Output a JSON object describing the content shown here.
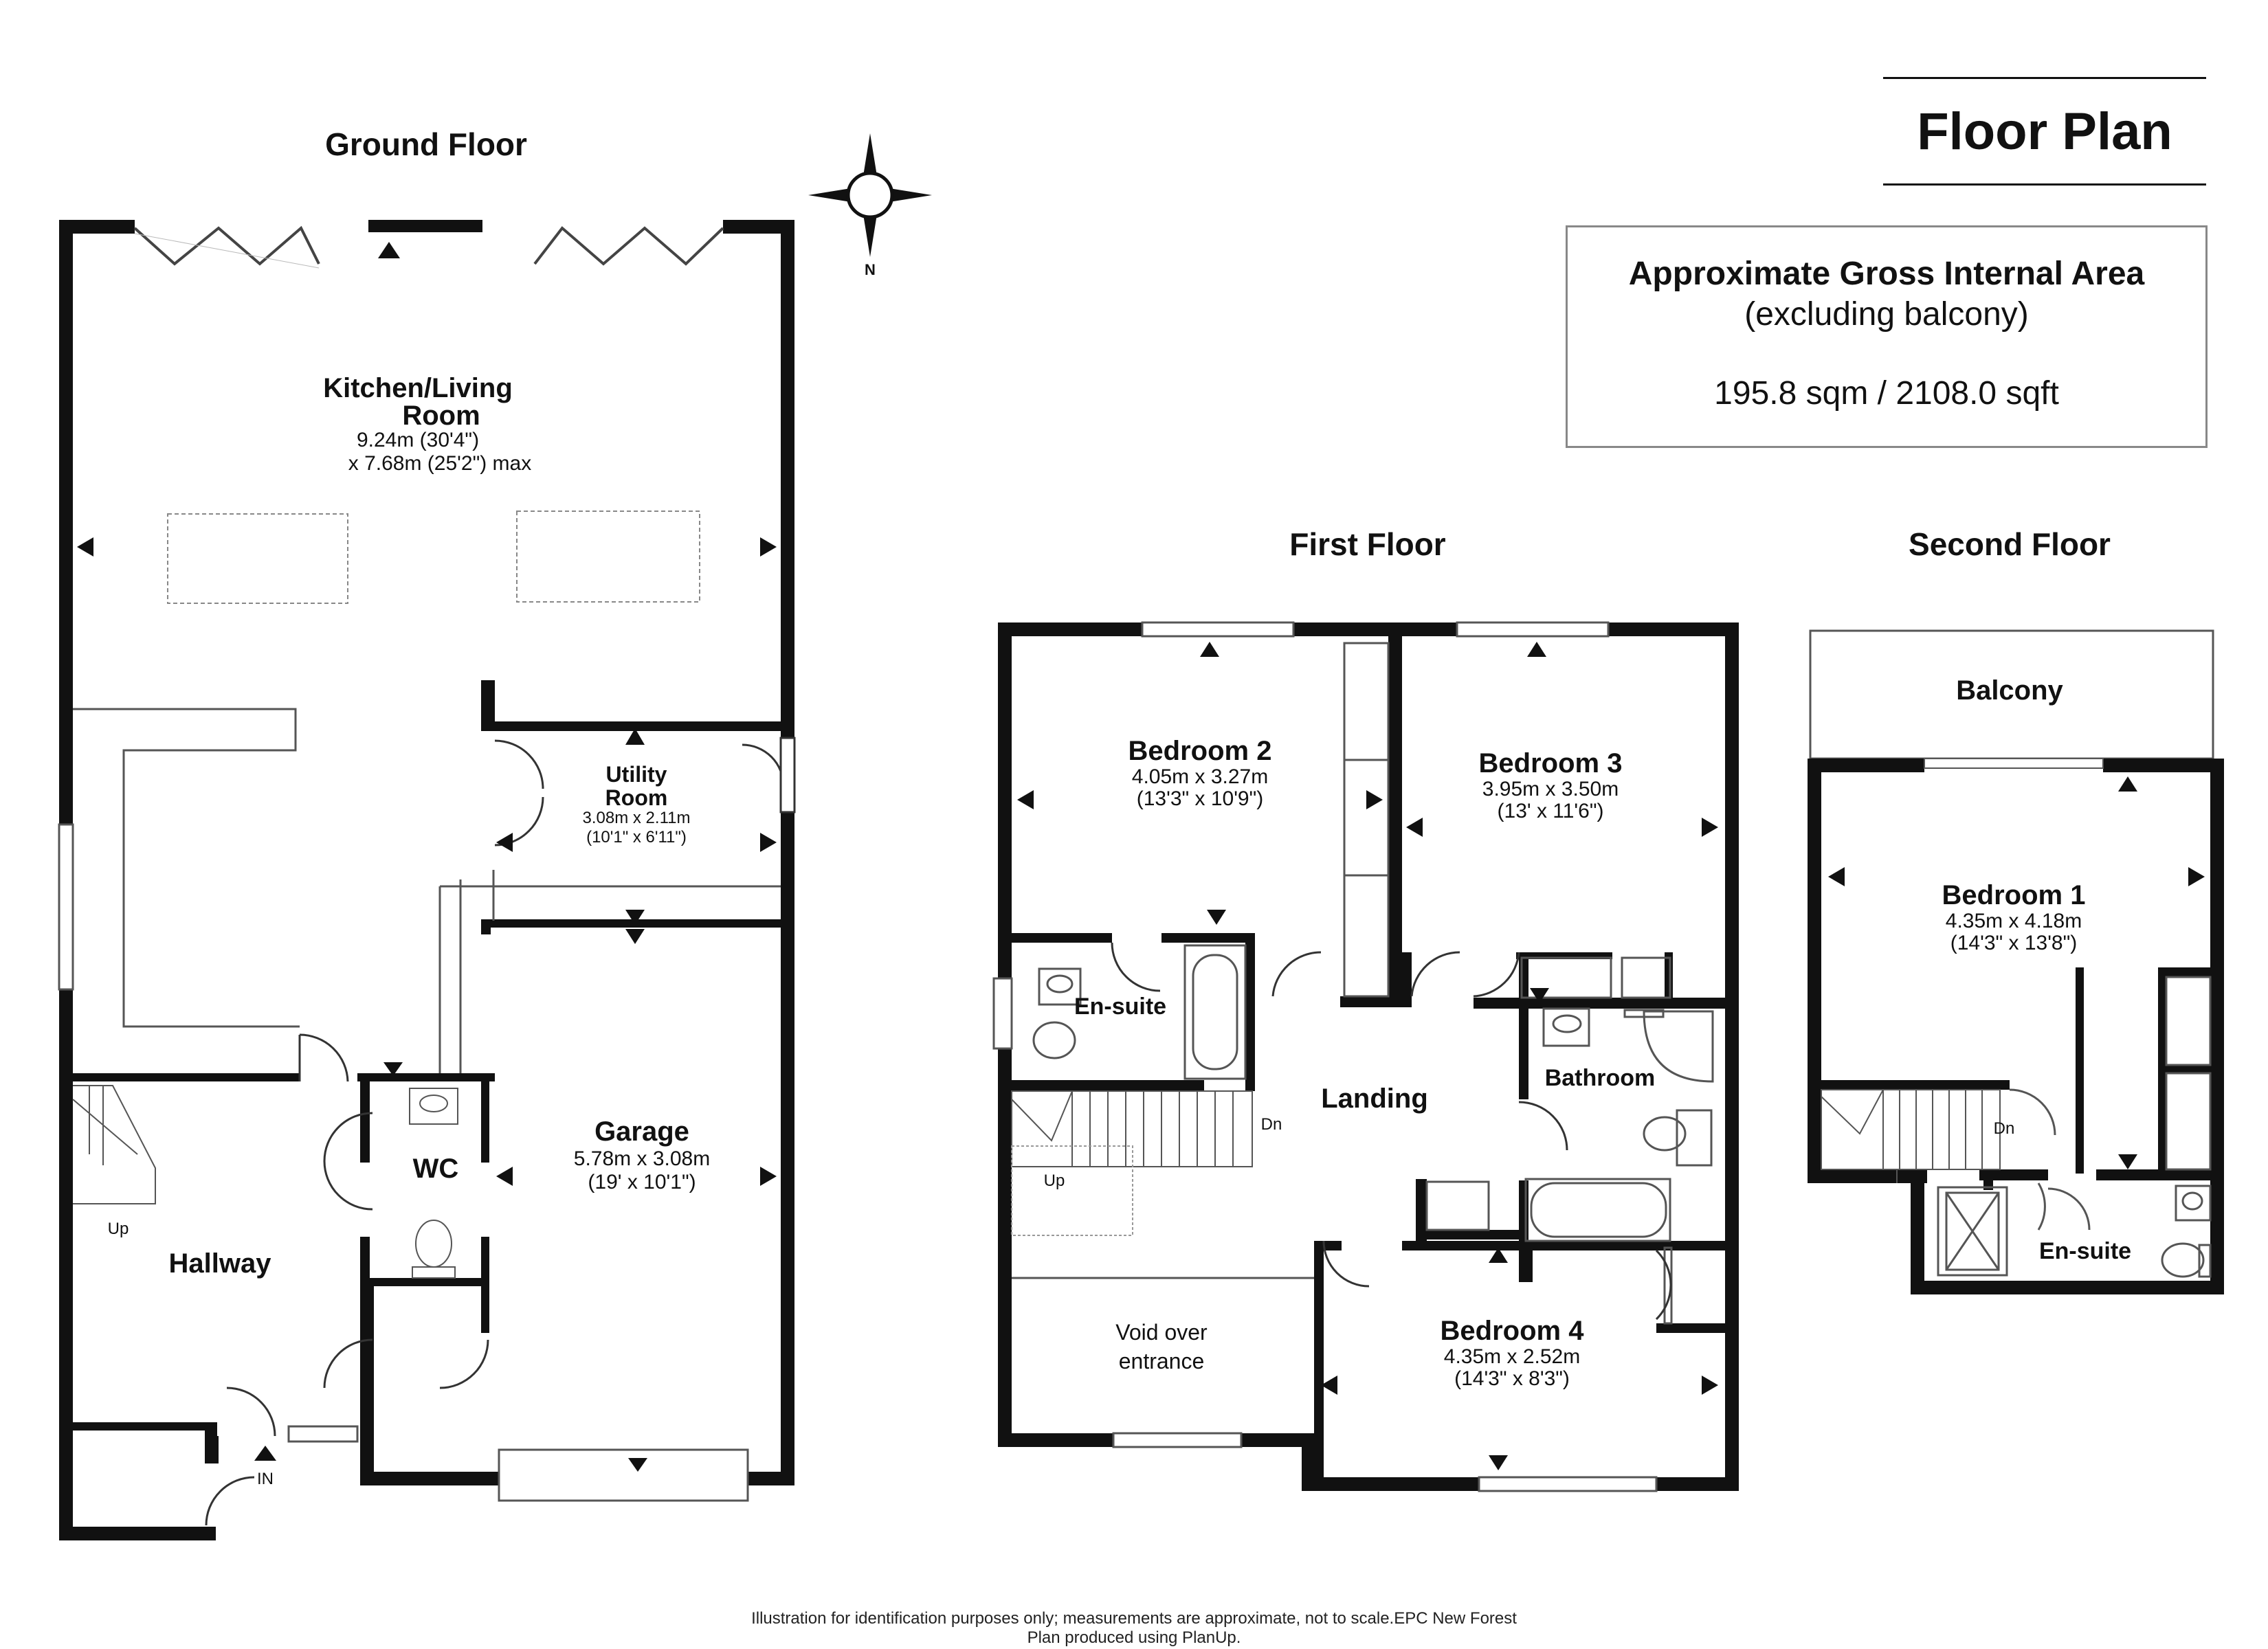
{
  "title": "Floor Plan",
  "area": {
    "heading": "Approximate Gross Internal Area",
    "note": "(excluding balcony)",
    "value": "195.8 sqm / 2108.0 sqft"
  },
  "floors": {
    "ground": "Ground Floor",
    "first": "First Floor",
    "second": "Second Floor"
  },
  "compass_letter": "N",
  "rooms": {
    "kitchen": {
      "name_line1": "Kitchen/Living",
      "name_line2": "Room",
      "dim1": "9.24m (30'4\")",
      "dim2": "x 7.68m (25'2\") max"
    },
    "utility": {
      "name_line1": "Utility",
      "name_line2": "Room",
      "dim1": "3.08m x 2.11m",
      "dim2": "(10'1\" x 6'11\")"
    },
    "garage": {
      "name": "Garage",
      "dim1": "5.78m x 3.08m",
      "dim2": "(19' x 10'1\")"
    },
    "wc": {
      "name": "WC"
    },
    "hallway": {
      "name": "Hallway",
      "up": "Up",
      "in": "IN"
    },
    "bedroom2": {
      "name": "Bedroom 2",
      "dim1": "4.05m x 3.27m",
      "dim2": "(13'3\" x 10'9\")"
    },
    "bedroom3": {
      "name": "Bedroom 3",
      "dim1": "3.95m x 3.50m",
      "dim2": "(13' x 11'6\")"
    },
    "ensuite_first": {
      "name": "En-suite"
    },
    "landing": {
      "name": "Landing",
      "up": "Up",
      "dn": "Dn"
    },
    "bathroom": {
      "name": "Bathroom"
    },
    "void": {
      "line1": "Void over",
      "line2": "entrance"
    },
    "bedroom4": {
      "name": "Bedroom 4",
      "dim1": "4.35m x 2.52m",
      "dim2": "(14'3\" x 8'3\")"
    },
    "balcony": {
      "name": "Balcony"
    },
    "bedroom1": {
      "name": "Bedroom 1",
      "dim1": "4.35m x 4.18m",
      "dim2": "(14'3\" x 13'8\")",
      "dn": "Dn"
    },
    "ensuite_second": {
      "name": "En-suite"
    }
  },
  "footer": {
    "line1": "Illustration for identification purposes only; measurements are approximate, not to scale.EPC New Forest",
    "line2": "Plan produced using PlanUp."
  }
}
